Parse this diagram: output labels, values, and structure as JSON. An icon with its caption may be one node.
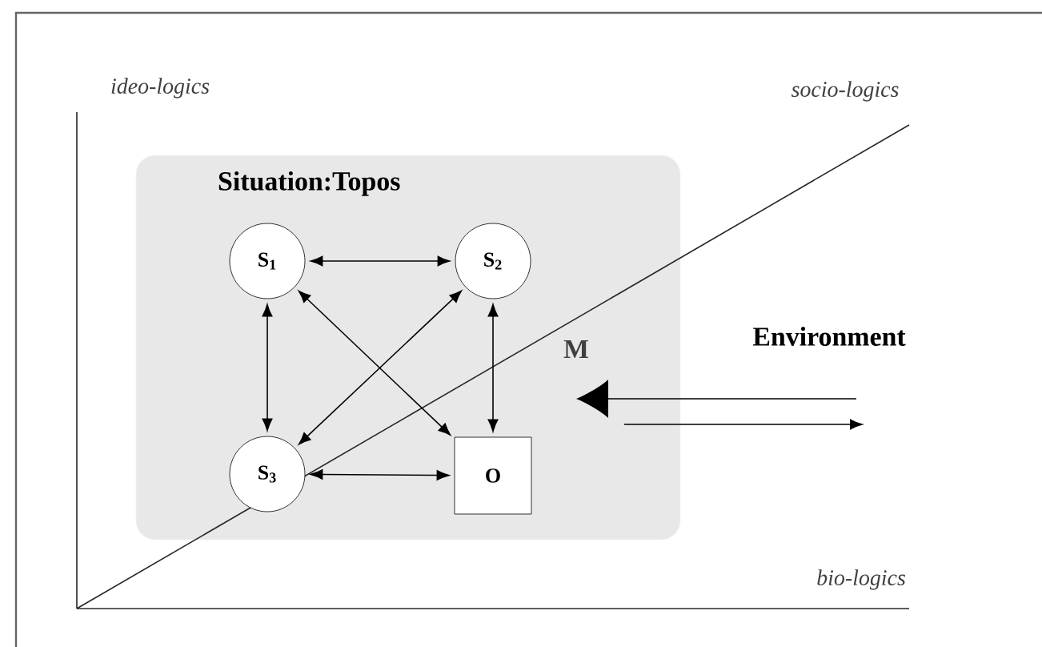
{
  "diagram": {
    "nodes": [
      {
        "text": [
          "Situation:Topos"
        ]
      },
      {
        "text": [
          "S$_{1}$"
        ],
        "in": 0
      },
      {
        "text": [
          "S$_{2}$"
        ],
        "in": 0
      },
      {
        "text": [
          "S$_{3}$"
        ],
        "in": 0
      },
      {
        "text": [
          "O"
        ],
        "in": 0
      },
      {
        "text": [
          "Environment"
        ]
      }
    ],
    "edges": [
      {
        "from": 1,
        "to": 2,
        "arrow": "both"
      },
      {
        "from": 1,
        "to": 3,
        "arrow": "both"
      },
      {
        "from": 1,
        "to": 4,
        "arrow": "both"
      },
      {
        "from": 2,
        "to": 3,
        "arrow": "both"
      },
      {
        "from": 2,
        "to": 4,
        "arrow": "both"
      },
      {
        "from": 3,
        "to": 4,
        "arrow": "both"
      }
    ],
    "labels": [
      "ideo-logics",
      "socio-logics",
      "M",
      "bio-logics"
    ]
  }
}
